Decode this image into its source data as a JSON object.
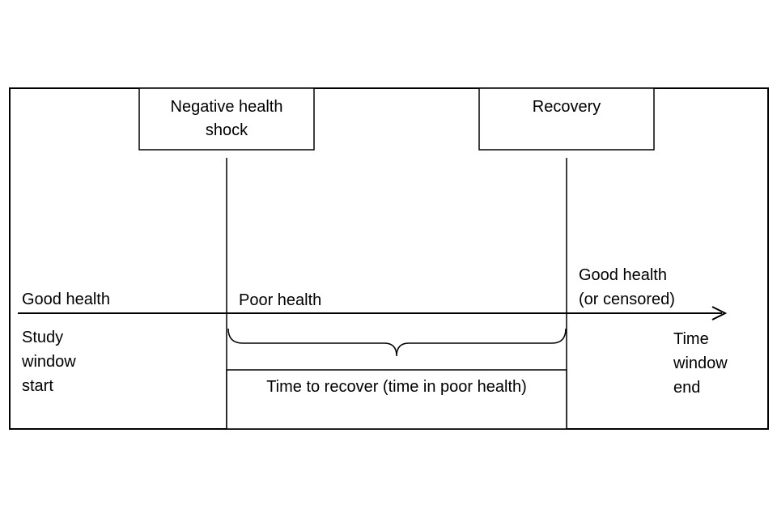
{
  "boxes": {
    "shock_line1": "Negative health",
    "shock_line2": "shock",
    "recovery": "Recovery",
    "duration": "Time to recover (time in poor health)"
  },
  "timeline": {
    "good_health_start": "Good health",
    "poor_health": "Poor health",
    "good_health_end_line1": "Good health",
    "good_health_end_line2": "(or censored)"
  },
  "window": {
    "start_line1": "Study",
    "start_line2": "window",
    "start_line3": "start",
    "end_line1": "Time",
    "end_line2": "window",
    "end_line3": "end"
  },
  "colors": {
    "stroke": "#000000",
    "background": "#ffffff"
  }
}
